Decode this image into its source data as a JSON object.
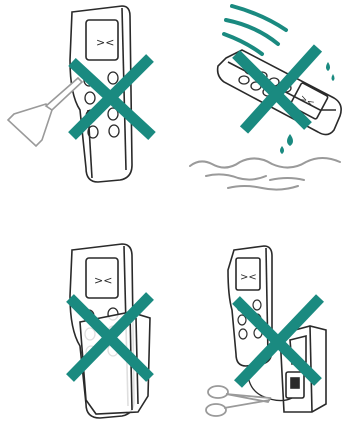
{
  "panels": [
    {
      "id": "no-screwdriver",
      "icon": "screwdriver-icon",
      "mark": "prohibited-cross-icon"
    },
    {
      "id": "no-water",
      "icon": "water-splash-icon",
      "mark": "prohibited-cross-icon"
    },
    {
      "id": "no-sleeve-modification",
      "icon": "sleeve-icon",
      "mark": "prohibited-cross-icon"
    },
    {
      "id": "no-cutting-cable",
      "icon": "scissors-icon",
      "mark": "prohibited-cross-icon"
    }
  ],
  "colors": {
    "line": "#2a2a2a",
    "cross": "#1a8a80",
    "background": "#ffffff"
  }
}
